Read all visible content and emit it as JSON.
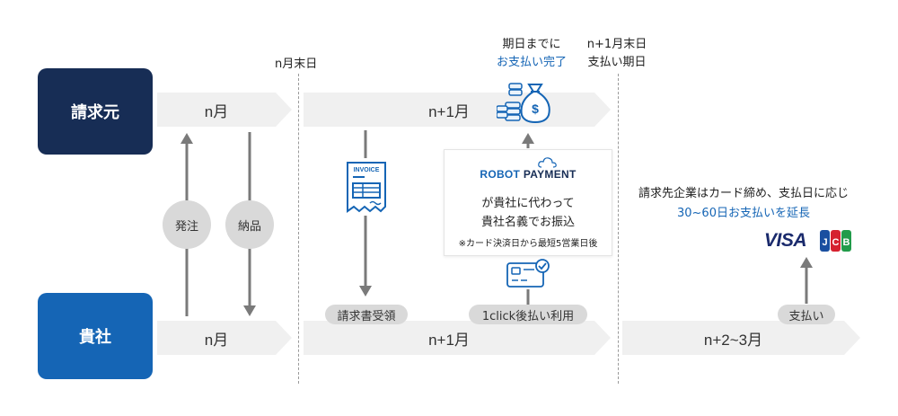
{
  "parties": {
    "invoicer": "請求元",
    "client": "貴社"
  },
  "headers": {
    "n_month_end": "n月末日",
    "due_date_line1": "期日までに",
    "due_date_line2": "お支払い完了",
    "n1_end_line1": "n+1月末日",
    "n1_end_line2": "支払い期日"
  },
  "bars": {
    "top_n": "n月",
    "top_n1": "n+1月",
    "bottom_n": "n月",
    "bottom_n1": "n+1月",
    "bottom_n23": "n+2~3月"
  },
  "steps": {
    "order": "発注",
    "delivery": "納品",
    "receive_invoice": "請求書受領",
    "use_1click": "1click後払い利用",
    "payment": "支払い"
  },
  "robot_payment": {
    "logo_left": "ROBOT",
    "logo_right": "PAYMENT",
    "line1": "が貴社に代わって",
    "line2": "貴社名義でお振込",
    "note": "※カード決済日から最短5営業日後"
  },
  "extension": {
    "line1": "請求先企業はカード締め、支払日に応じ",
    "line2": "30~60日お支払いを延長"
  },
  "brands": {
    "visa": "VISA",
    "jcb": "JCB"
  },
  "icons": {
    "invoice": "INVOICE",
    "money_bag_symbol": "$"
  },
  "colors": {
    "navy": "#172d55",
    "blue": "#1565b5",
    "bar_gray": "#f0f0f0",
    "arrow_gray": "#7a7a7a",
    "pill_gray": "#d9d9d9"
  }
}
